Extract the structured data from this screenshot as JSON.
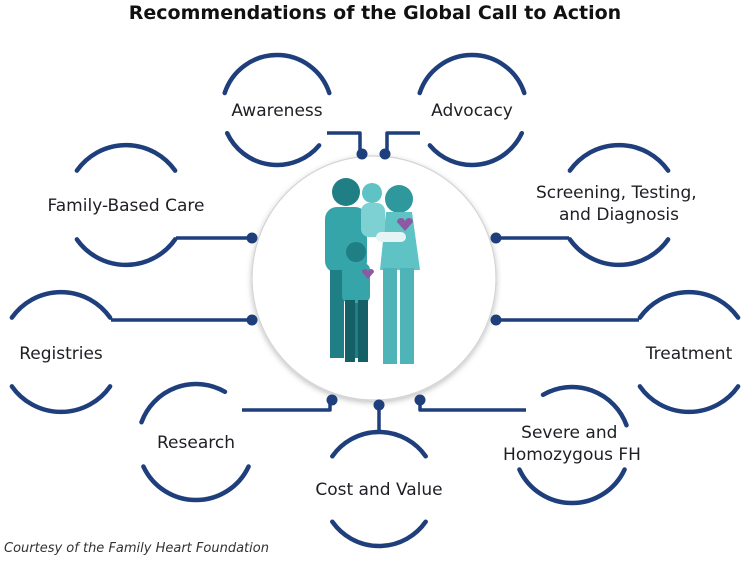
{
  "title": "Recommendations of the Global Call to Action",
  "credit": "Courtesy of the Family Heart Foundation",
  "colors": {
    "accent": "#1e3f7c",
    "teal_light": "#5fc3c6",
    "teal_mid": "#35a5a9",
    "teal_dark": "#1f7f85",
    "text": "#1e1e24"
  },
  "recommendations": [
    {
      "lines": [
        "Awareness"
      ]
    },
    {
      "lines": [
        "Advocacy"
      ]
    },
    {
      "lines": [
        "Family-Based Care"
      ]
    },
    {
      "lines": [
        "Screening, Testing,",
        "and Diagnosis"
      ]
    },
    {
      "lines": [
        "Registries"
      ]
    },
    {
      "lines": [
        "Treatment"
      ]
    },
    {
      "lines": [
        "Research"
      ]
    },
    {
      "lines": [
        "Cost and Value"
      ]
    },
    {
      "lines": [
        "Severe and",
        "Homozygous FH"
      ]
    }
  ]
}
